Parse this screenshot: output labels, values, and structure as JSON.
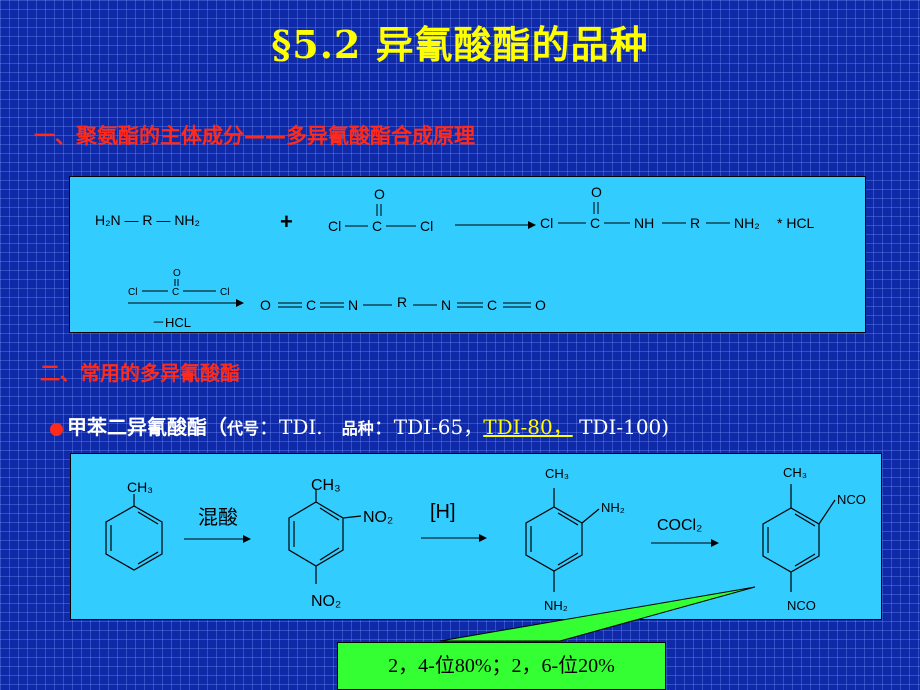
{
  "title": "§5.2 异氰酸酯的品种",
  "section1": "一、聚氨酯的主体成分——多异氰酸酯合成原理",
  "section2": "二、常用的多异氰酸酯",
  "bullet": {
    "name": "甲苯二异氰酸酯",
    "open_paren": "（",
    "code_label": "代号",
    "code_value": "：TDI.",
    "variety_label": "品种",
    "variety_prefix": "：TDI-65，",
    "variety_highlight": "TDI-80，",
    "variety_suffix": "TDI-100)"
  },
  "reaction1": {
    "diamine": "H₂N — R — NH₂",
    "plus": "+",
    "phosgene_o": "O",
    "phosgene_cl1": "Cl",
    "phosgene_c": "C",
    "phosgene_cl2": "Cl",
    "product_o": "O",
    "product_cl": "Cl",
    "product_c": "C",
    "product_nh": "NH",
    "product_r": "R",
    "product_nh2": "NH₂",
    "product_hcl": "* HCL",
    "step2_cl1": "Cl",
    "step2_c": "C",
    "step2_cl2": "Cl",
    "step2_o": "O",
    "step2_minus": "－HCL",
    "diiso_o1": "O",
    "diiso_c1": "C",
    "diiso_n1": "N",
    "diiso_r": "R",
    "diiso_n2": "N",
    "diiso_c2": "C",
    "diiso_o2": "O"
  },
  "reaction2": {
    "toluene_ch3": "CH₃",
    "arrow1": "混酸",
    "dn_ch3": "CH₃",
    "dn_no2_a": "NO₂",
    "dn_no2_b": "NO₂",
    "arrow2": "[H]",
    "da_ch3": "CH₃",
    "da_nh2_a": "NH₂",
    "da_nh2_b": "NH₂",
    "arrow3": "COCl₂",
    "tdi_ch3": "CH₃",
    "tdi_nco_a": "NCO",
    "tdi_nco_b": "NCO"
  },
  "note": "2，4-位80%；2，6-位20%",
  "colors": {
    "background": "#0f2aa8",
    "title": "#ffff00",
    "heading": "#ff2a1a",
    "panel": "#33ccff",
    "note": "#33ff33"
  }
}
